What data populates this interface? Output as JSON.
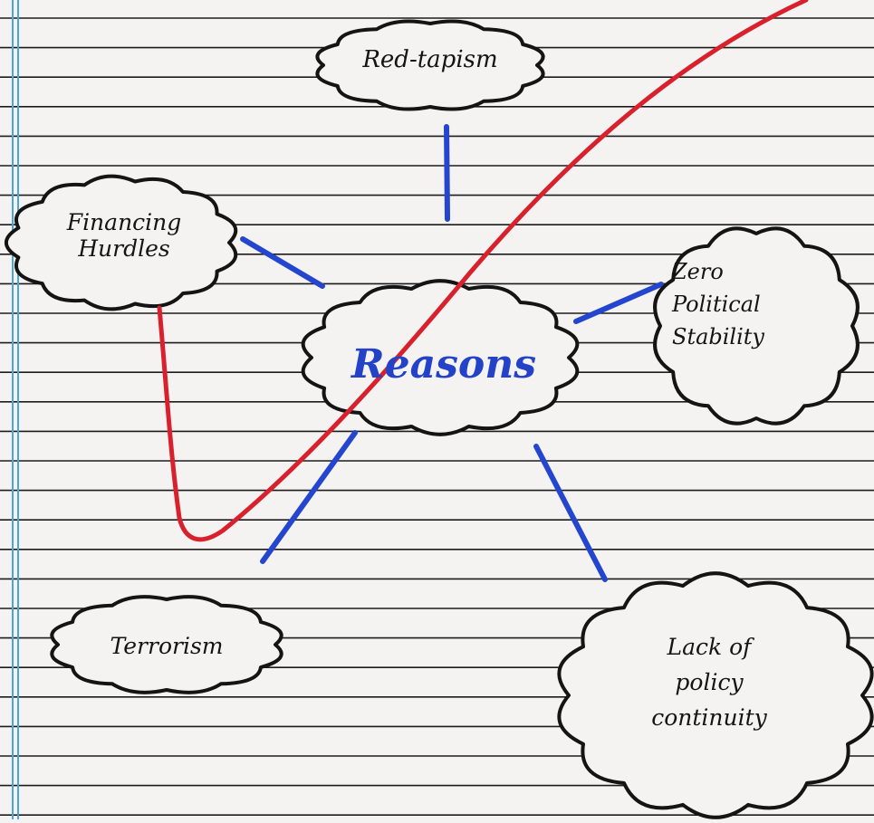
{
  "diagram": {
    "central_topic": "Reasons",
    "branches": [
      {
        "id": "red-tapism",
        "label": "Red-tapism"
      },
      {
        "id": "financing-hurdles",
        "label": "Financing\nHurdles"
      },
      {
        "id": "zero-political-stability",
        "label": "Zero\nPolitical\nStability"
      },
      {
        "id": "terrorism",
        "label": "Terrorism"
      },
      {
        "id": "lack-of-policy-continuity",
        "label": "Lack of\npolicy\ncontinuity"
      }
    ]
  },
  "colors": {
    "paper": "#f4f3f1",
    "ruled_line": "#1c1c1c",
    "margin_line": "#4aa6d6",
    "connector": "#2446cf",
    "central_text": "#2442c8",
    "ink": "#141414",
    "correction_mark": "#d8212c"
  }
}
